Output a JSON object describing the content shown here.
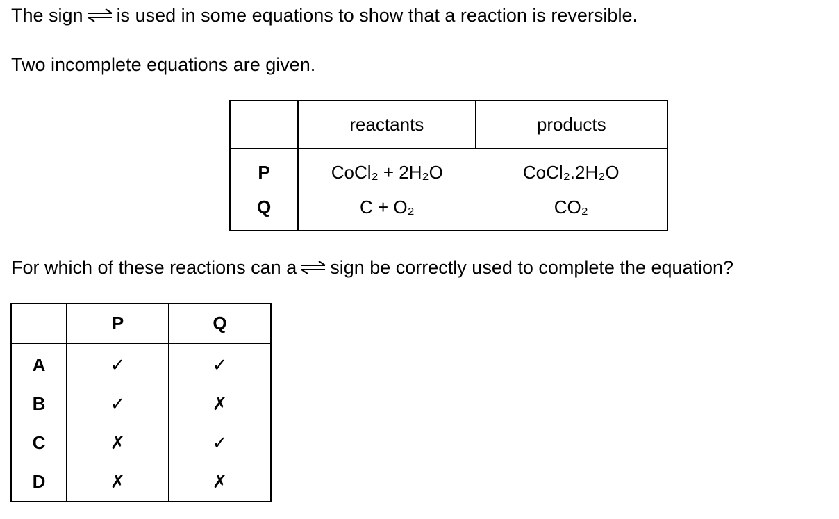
{
  "intro": {
    "line1_before": "The sign",
    "line1_after": "is used in some equations to show that a reaction is reversible.",
    "line2": "Two incomplete equations are given."
  },
  "equations_table": {
    "headers": [
      "",
      "reactants",
      "products"
    ],
    "rows": [
      {
        "label": "P",
        "reactants": "CoCl₂ + 2H₂O",
        "products": "CoCl₂.2H₂O"
      },
      {
        "label": "Q",
        "reactants": "C + O₂",
        "products": "CO₂"
      }
    ]
  },
  "question": {
    "before": "For which of these reactions can a",
    "after": "sign be correctly used to complete the equation?"
  },
  "answer_table": {
    "headers": [
      "",
      "P",
      "Q"
    ],
    "options": [
      {
        "letter": "A",
        "p": "✓",
        "q": "✓"
      },
      {
        "letter": "B",
        "p": "✓",
        "q": "✗"
      },
      {
        "letter": "C",
        "p": "✗",
        "q": "✓"
      },
      {
        "letter": "D",
        "p": "✗",
        "q": "✗"
      }
    ]
  },
  "icons": {
    "equilibrium_sign": "equilibrium-arrows-icon"
  }
}
